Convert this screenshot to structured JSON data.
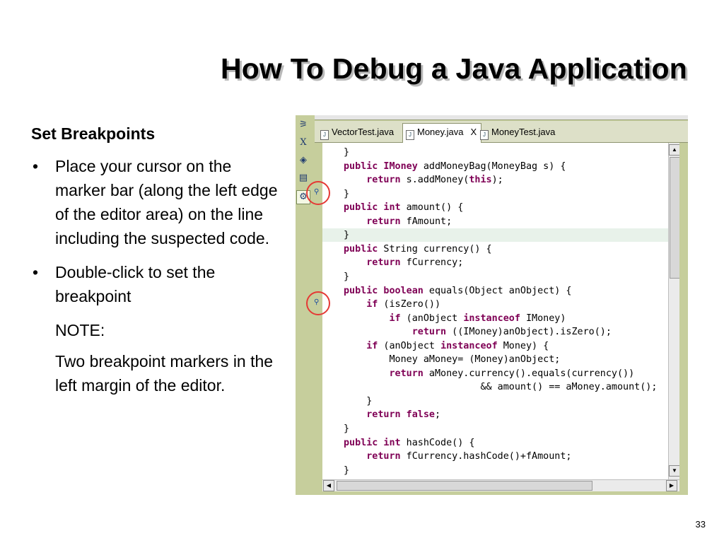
{
  "slide": {
    "title": "How To Debug a Java Application",
    "page_number": "33"
  },
  "content": {
    "heading": "Set Breakpoints",
    "bullet_symbol": "•",
    "bullets": [
      "Place your cursor on the marker bar (along the left edge of the editor area) on the line including the suspected code.",
      "Double-click to set the breakpoint"
    ],
    "note_label": "NOTE:",
    "note_text": "Two breakpoint markers in the left margin of the editor."
  },
  "ide": {
    "tabs": [
      {
        "label": "VectorTest.java",
        "active": false
      },
      {
        "label": "Money.java",
        "active": true
      },
      {
        "label": "MoneyTest.java",
        "active": false
      }
    ],
    "tab_close_symbol": "X",
    "toolbar_icons": [
      "debug-icon",
      "close-x-icon",
      "step-icon",
      "console-icon",
      "gear-icon"
    ],
    "code_lines": [
      [
        {
          "t": "}"
        }
      ],
      [
        {
          "t": "public IMoney",
          "k": true
        },
        {
          "t": " addMoneyBag(MoneyBag s) {"
        }
      ],
      [
        {
          "t": "    "
        },
        {
          "t": "return",
          "k": true
        },
        {
          "t": " s.addMoney("
        },
        {
          "t": "this",
          "k": true
        },
        {
          "t": ");"
        }
      ],
      [
        {
          "t": "}"
        }
      ],
      [
        {
          "t": "public int",
          "k": true
        },
        {
          "t": " amount() {"
        }
      ],
      [
        {
          "t": "    "
        },
        {
          "t": "return",
          "k": true
        },
        {
          "t": " fAmount;"
        }
      ],
      [
        {
          "t": "}"
        }
      ],
      [
        {
          "t": "public",
          "k": true
        },
        {
          "t": " String currency() {"
        }
      ],
      [
        {
          "t": "    "
        },
        {
          "t": "return",
          "k": true
        },
        {
          "t": " fCurrency;"
        }
      ],
      [
        {
          "t": "}"
        }
      ],
      [
        {
          "t": "public boolean",
          "k": true
        },
        {
          "t": " equals(Object anObject) {"
        }
      ],
      [
        {
          "t": "    "
        },
        {
          "t": "if",
          "k": true
        },
        {
          "t": " (isZero())"
        }
      ],
      [
        {
          "t": "        "
        },
        {
          "t": "if",
          "k": true
        },
        {
          "t": " (anObject "
        },
        {
          "t": "instanceof",
          "k": true
        },
        {
          "t": " IMoney)"
        }
      ],
      [
        {
          "t": "            "
        },
        {
          "t": "return",
          "k": true
        },
        {
          "t": " ((IMoney)anObject).isZero();"
        }
      ],
      [
        {
          "t": "    "
        },
        {
          "t": "if",
          "k": true
        },
        {
          "t": " (anObject "
        },
        {
          "t": "instanceof",
          "k": true
        },
        {
          "t": " Money) {"
        }
      ],
      [
        {
          "t": "        Money aMoney= (Money)anObject;"
        }
      ],
      [
        {
          "t": "        "
        },
        {
          "t": "return",
          "k": true
        },
        {
          "t": " aMoney.currency().equals(currency())"
        }
      ],
      [
        {
          "t": "                        && amount() == aMoney.amount();"
        }
      ],
      [
        {
          "t": "    }"
        }
      ],
      [
        {
          "t": "    "
        },
        {
          "t": "return false",
          "k": true
        },
        {
          "t": ";"
        }
      ],
      [
        {
          "t": "}"
        }
      ],
      [
        {
          "t": "public int",
          "k": true
        },
        {
          "t": " hashCode() {"
        }
      ],
      [
        {
          "t": "    "
        },
        {
          "t": "return",
          "k": true
        },
        {
          "t": " fCurrency.hashCode()+fAmount;"
        }
      ],
      [
        {
          "t": "}"
        }
      ]
    ],
    "highlighted_line": 6,
    "breakpoint_lines": [
      3,
      11
    ],
    "scroll_symbols": {
      "up": "▲",
      "down": "▼",
      "left": "◀",
      "right": "▶"
    },
    "colors": {
      "keyword": "#7f0055",
      "ide_frame": "#c6ce9c",
      "highlight": "#e8f2ea",
      "marker_circle": "#e53935"
    }
  }
}
